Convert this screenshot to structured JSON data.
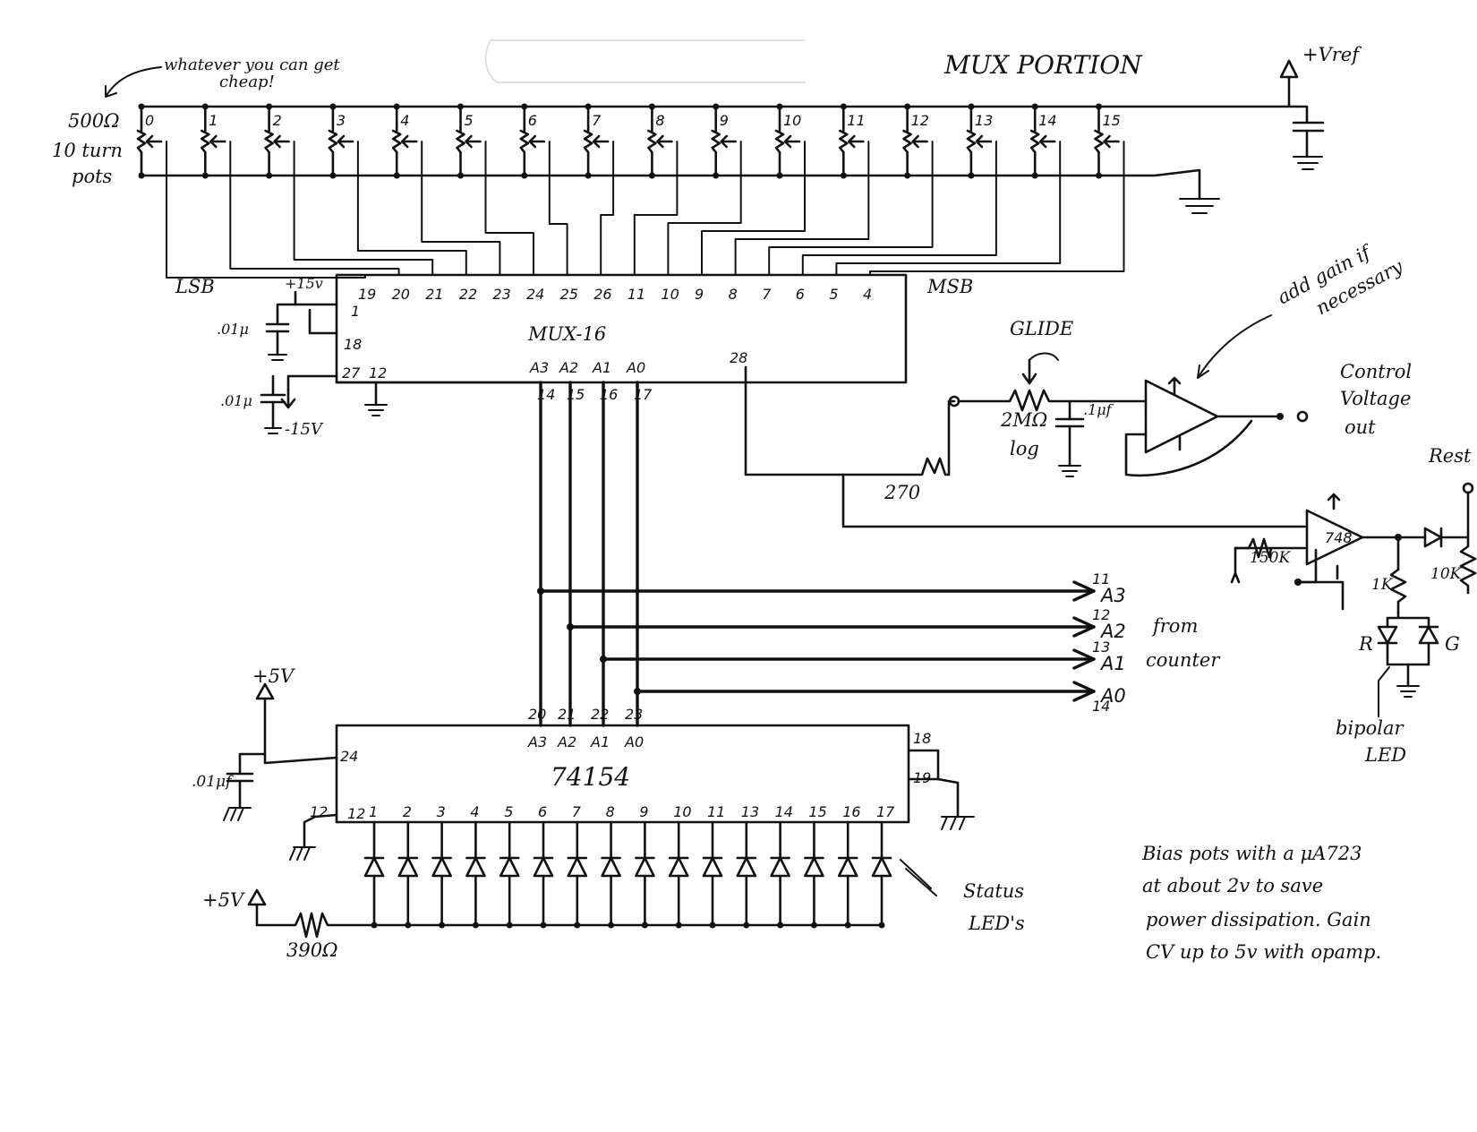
{
  "title": "MUX PORTION",
  "vref_label": "+Vref",
  "pot_note": "whatever you can get cheap!",
  "pot_spec": [
    "500Ω",
    "10 turn",
    "pots"
  ],
  "pot_numbers": [
    "0",
    "1",
    "2",
    "3",
    "4",
    "5",
    "6",
    "7",
    "8",
    "9",
    "10",
    "11",
    "12",
    "13",
    "14",
    "15"
  ],
  "lsb_label": "LSB",
  "msb_label": "MSB",
  "mux": {
    "name": "MUX-16",
    "input_pins": [
      "19",
      "20",
      "21",
      "22",
      "23",
      "24",
      "25",
      "26",
      "11",
      "10",
      "9",
      "8",
      "7",
      "6",
      "5",
      "4"
    ],
    "supply_pos": "+15v",
    "supply_neg": "-15V",
    "cap": ".01μ",
    "pin1": "1",
    "pin18": "18",
    "pin27": "27",
    "pin12": "12",
    "out_pin": "28",
    "addr_labels": [
      "A3",
      "A2",
      "A1",
      "A0"
    ],
    "addr_pins": [
      "14",
      "15",
      "16",
      "17"
    ]
  },
  "glide": {
    "label": "GLIDE",
    "pot": "2MΩ",
    "taper": "log",
    "cap": ".1μf",
    "resistor": "270"
  },
  "gain_note": "add gain if necessary",
  "cv_out": [
    "Control",
    "Voltage",
    "out"
  ],
  "rest": {
    "label": "Rest",
    "opamp": "748",
    "r_bias": "150K",
    "r_led": "1K",
    "r_pull": "10K",
    "led_r": "R",
    "led_g": "G",
    "led_caption": [
      "bipolar",
      "LED"
    ]
  },
  "counter_bus": {
    "lines": [
      "A3",
      "A2",
      "A1",
      "A0"
    ],
    "pins": [
      "11",
      "12",
      "13",
      "14"
    ],
    "caption": [
      "from",
      "counter"
    ]
  },
  "decoder": {
    "name": "74154",
    "supply": "+5V",
    "cap": ".01μf",
    "vcc_pin": "24",
    "gnd_pin": "12",
    "gnd_pin_left": "12",
    "enable_pins": [
      "18",
      "19"
    ],
    "addr_pins": [
      "20",
      "21",
      "22",
      "23"
    ],
    "addr_labels": [
      "A3",
      "A2",
      "A1",
      "A0"
    ],
    "output_pins": [
      "1",
      "2",
      "3",
      "4",
      "5",
      "6",
      "7",
      "8",
      "9",
      "10",
      "11",
      "13",
      "14",
      "15",
      "16",
      "17"
    ]
  },
  "led_supply": "+5V",
  "led_resistor": "390Ω",
  "status_leds": [
    "Status",
    "LED's"
  ],
  "bias_note": [
    "Bias pots with a μA723",
    "at about 2v to save",
    "power dissipation. Gain",
    "CV up to 5v with opamp."
  ]
}
